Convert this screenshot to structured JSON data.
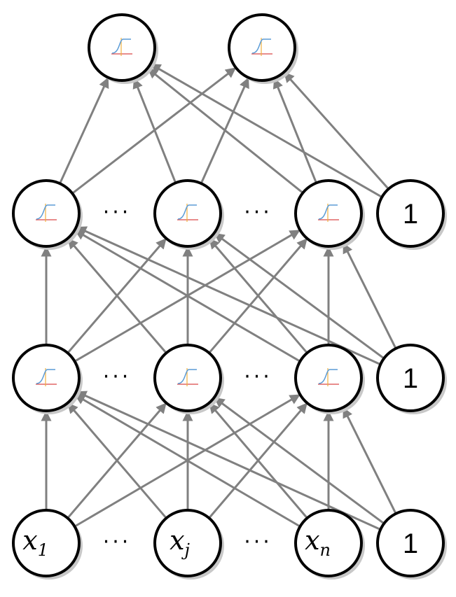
{
  "diagram": {
    "input_labels": [
      {
        "base": "x",
        "sub": "1"
      },
      {
        "base": "x",
        "sub": "j"
      },
      {
        "base": "x",
        "sub": "n"
      }
    ],
    "bias_label": "1",
    "ellipsis": "···",
    "colors": {
      "edge": "#808080",
      "node_stroke": "#000000",
      "sigmoid_curve": "#5b9bd5",
      "sigmoid_axis_h": "#e06666",
      "sigmoid_axis_v": "#f0b040"
    },
    "icons": {
      "activation": "sigmoid-icon"
    }
  }
}
